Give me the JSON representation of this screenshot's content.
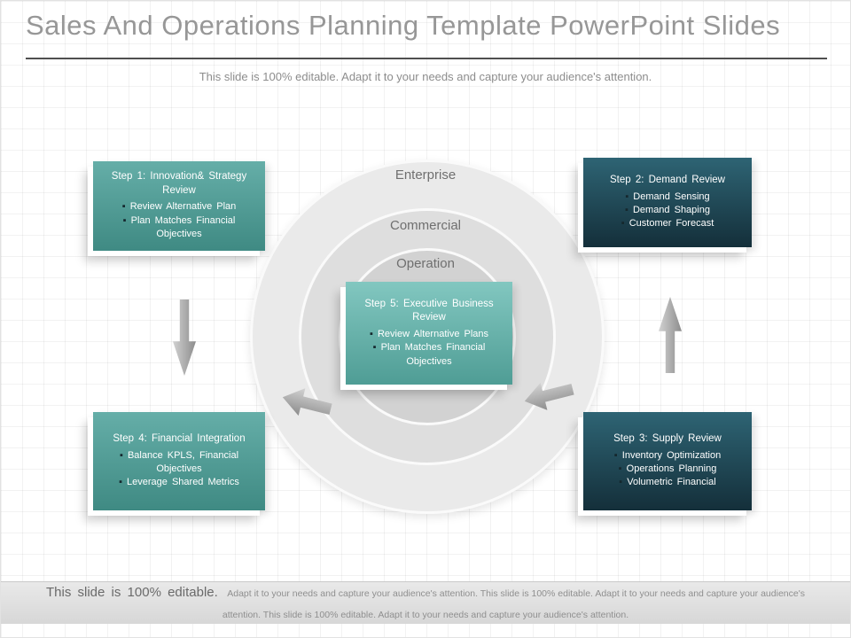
{
  "slide": {
    "title": "Sales And Operations Planning Template PowerPoint Slides",
    "subtitle": "This slide is 100% editable. Adapt it to your needs and capture your audience's attention."
  },
  "rings": {
    "outer": "Enterprise",
    "middle": "Commercial",
    "inner": "Operation"
  },
  "steps": {
    "step1": {
      "title": "Step 1: Innovation& Strategy Review",
      "bullets": [
        "Review Alternative Plan",
        "Plan Matches Financial Objectives"
      ]
    },
    "step2": {
      "title": "Step 2: Demand Review",
      "bullets": [
        "Demand Sensing",
        "Demand Shaping",
        "Customer Forecast"
      ]
    },
    "step3": {
      "title": "Step 3: Supply Review",
      "bullets": [
        "Inventory Optimization",
        "Operations Planning",
        "Volumetric Financial"
      ]
    },
    "step4": {
      "title": "Step 4: Financial Integration",
      "bullets": [
        "Balance KPLS, Financial Objectives",
        "Leverage Shared Metrics"
      ]
    },
    "step5": {
      "title": "Step 5: Executive Business Review",
      "bullets": [
        "Review Alternative Plans",
        "Plan Matches Financial Objectives"
      ]
    }
  },
  "footer": {
    "lead": "This slide is 100% editable.",
    "rest": "Adapt it to your needs and capture your audience's attention. This slide is 100% editable. Adapt it to your needs and capture your audience's attention. This slide is 100% editable. Adapt it to your needs and capture your audience's attention."
  },
  "colors": {
    "title_gray": "#979797",
    "teal_top": "#65aea8",
    "teal_bottom": "#3f8a83",
    "center_teal_top": "#82c7c0",
    "center_teal_bottom": "#4f9d95",
    "dark_top": "#2e6474",
    "dark_bottom": "#142f3a",
    "arrow_gray": "#8c8c8c",
    "ring_outer": "#eaeaea",
    "ring_middle": "#dedede",
    "ring_inner": "#d2d2d2"
  }
}
